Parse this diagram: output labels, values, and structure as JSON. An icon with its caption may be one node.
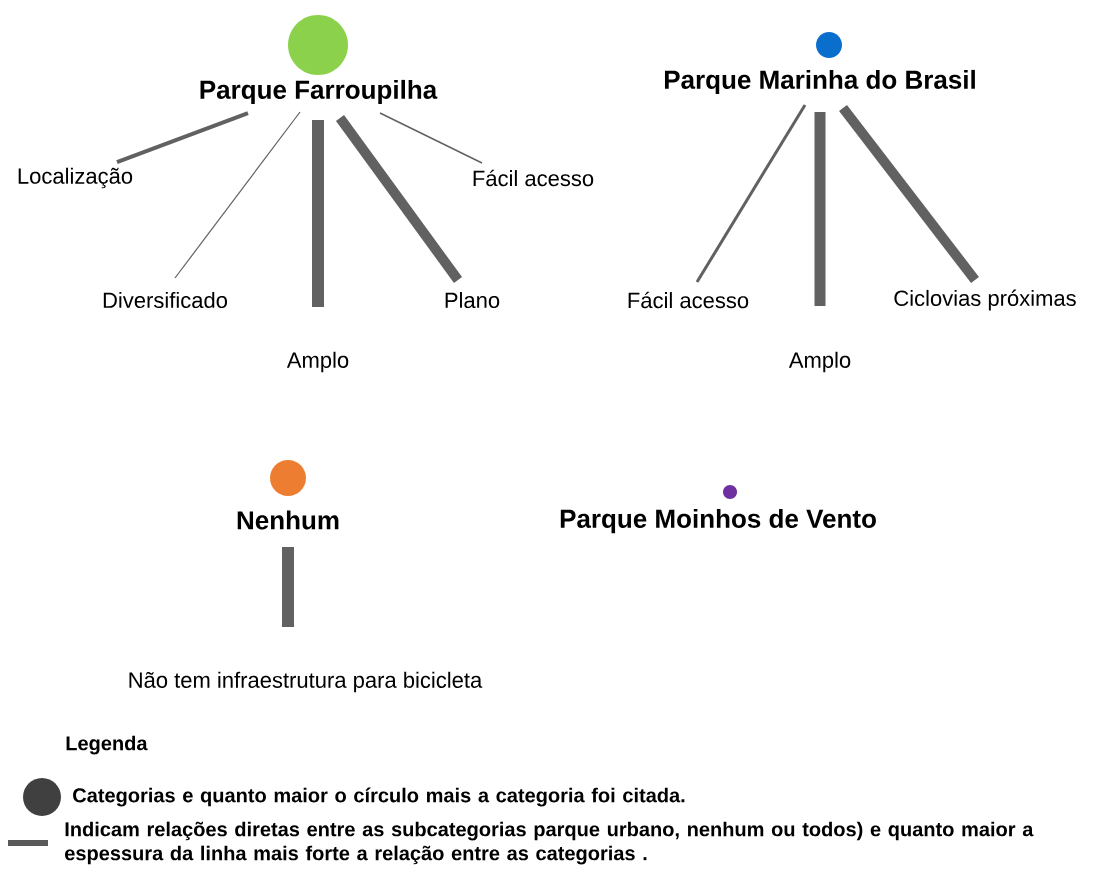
{
  "diagram": {
    "nodes": [
      {
        "text": [
          "Parque Farroupilha"
        ]
      },
      {
        "text": [
          "Localização"
        ]
      },
      {
        "text": [
          "Diversificado"
        ]
      },
      {
        "text": [
          "Amplo"
        ]
      },
      {
        "text": [
          "Plano"
        ]
      },
      {
        "text": [
          "Fácil acesso"
        ]
      },
      {
        "text": [
          "Parque Marinha do Brasil"
        ]
      },
      {
        "text": [
          "Fácil acesso"
        ]
      },
      {
        "text": [
          "Amplo"
        ]
      },
      {
        "text": [
          "Ciclovias próximas"
        ]
      },
      {
        "text": [
          "Nenhum"
        ]
      },
      {
        "text": [
          "Não tem infraestrutura para bicicleta"
        ]
      },
      {
        "text": [
          "Parque Moinhos de Vento"
        ]
      }
    ],
    "edges": [
      {
        "from": 0,
        "to": 1,
        "arrow": "none"
      },
      {
        "from": 0,
        "to": 2,
        "arrow": "none"
      },
      {
        "from": 0,
        "to": 3,
        "arrow": "none"
      },
      {
        "from": 0,
        "to": 4,
        "arrow": "none"
      },
      {
        "from": 0,
        "to": 5,
        "arrow": "none"
      },
      {
        "from": 6,
        "to": 7,
        "arrow": "none"
      },
      {
        "from": 6,
        "to": 8,
        "arrow": "none"
      },
      {
        "from": 6,
        "to": 9,
        "arrow": "none"
      },
      {
        "from": 10,
        "to": 11,
        "arrow": "none"
      }
    ],
    "labels": [
      "Legenda"
    ],
    "legend": [
      {
        "text": "Categorias e quanto maior o círculo mais a categoria foi citada."
      },
      {
        "text": "Indicam relações diretas entre as subcategorias parque urbano, nenhum ou todos) e quanto maior a espessura da linha mais forte a relação entre as categorias ."
      }
    ]
  }
}
